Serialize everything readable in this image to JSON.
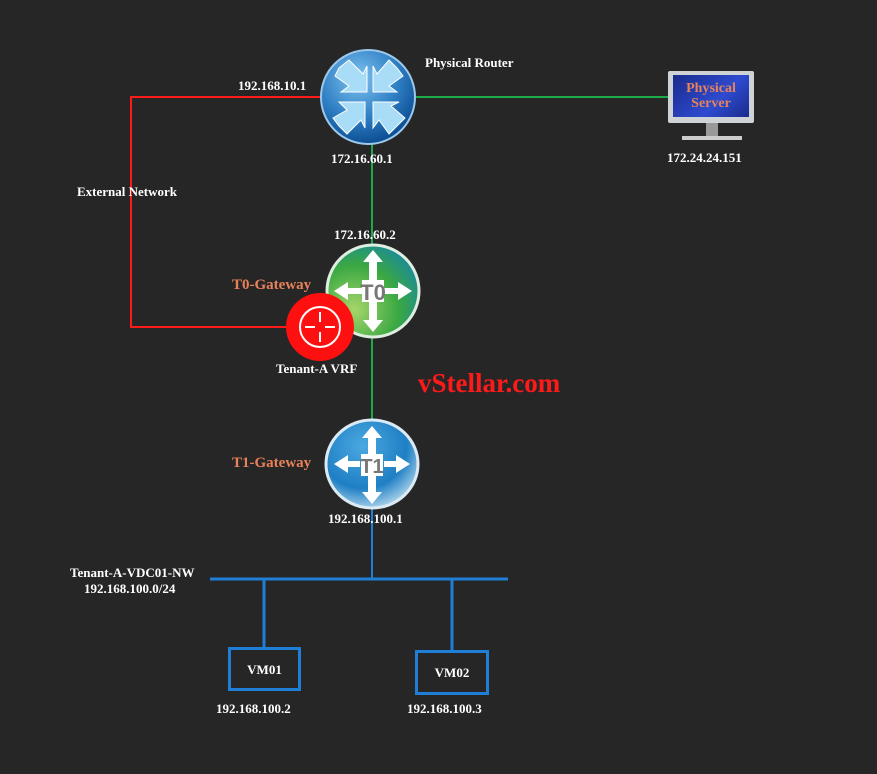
{
  "colors": {
    "external": "#ff1a1a",
    "transit": "#1faa4a",
    "tenant": "#1f7fd6",
    "label_accent": "#e8825a",
    "brand": "#ff1a1a"
  },
  "physical_router": {
    "label": "Physical Router",
    "ip_external": "192.168.10.1",
    "ip_transit": "172.16.60.1",
    "icon": "router-icon"
  },
  "physical_server": {
    "label_line1": "Physical",
    "label_line2": "Server",
    "ip": "172.24.24.151",
    "icon": "monitor-icon"
  },
  "external_network": {
    "label": "External Network"
  },
  "t0": {
    "label": "T0-Gateway",
    "ip": "172.16.60.2",
    "glyph": "T0"
  },
  "vrf": {
    "label": "Tenant-A VRF",
    "icon": "router-icon"
  },
  "brand": {
    "text": "vStellar.com"
  },
  "t1": {
    "label": "T1-Gateway",
    "ip": "192.168.100.1",
    "glyph": "T1"
  },
  "segment": {
    "name": "Tenant-A-VDC01-NW",
    "cidr": "192.168.100.0/24"
  },
  "vms": [
    {
      "name": "VM01",
      "ip": "192.168.100.2"
    },
    {
      "name": "VM02",
      "ip": "192.168.100.3"
    }
  ]
}
